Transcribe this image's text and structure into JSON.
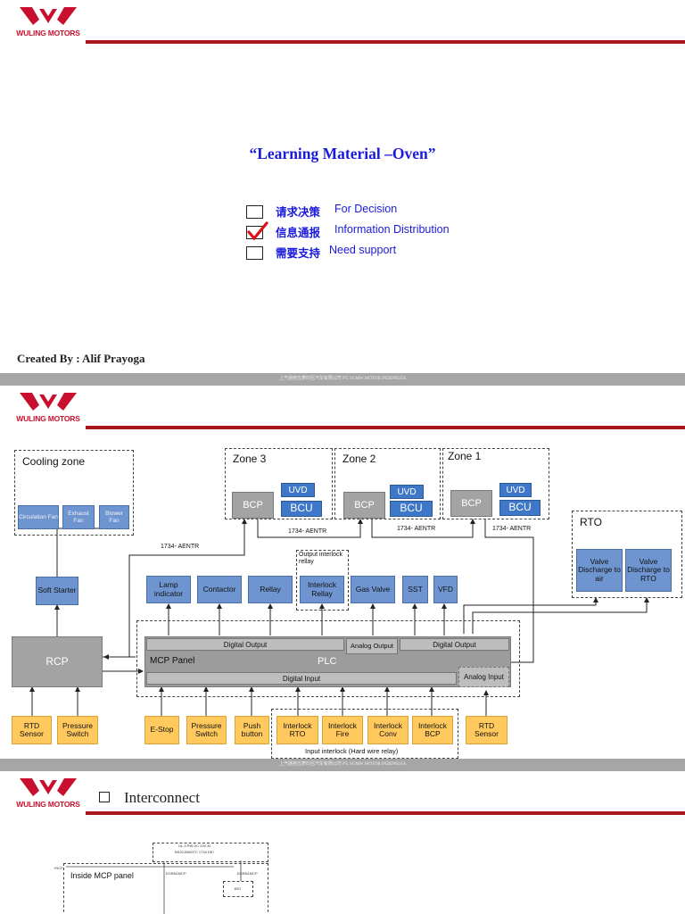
{
  "brand": {
    "logo_text": "WULING MOTORS"
  },
  "footer_text": "上汽通用五菱印尼汽车有限公司  PT. SGMW MOTOR INDONESIA",
  "slide1": {
    "title": "“Learning Material –Oven”",
    "options": [
      {
        "cn": "请求决策",
        "en": "For Decision",
        "checked": false
      },
      {
        "cn": "信息通报",
        "en": "Information Distribution",
        "checked": true
      },
      {
        "cn": "需要支持",
        "en": "Need support",
        "checked": false
      }
    ],
    "created_by": "Created By : Alif Prayoga"
  },
  "slide2": {
    "cooling_zone": {
      "label": "Cooling zone",
      "fans": [
        "Circulation Fan",
        "Exhaust Fan",
        "Blower Fan"
      ]
    },
    "zones": [
      {
        "label": "Zone 3",
        "bcp": "BCP",
        "uvd": "UVD",
        "bcu": "BCU"
      },
      {
        "label": "Zone 2",
        "bcp": "BCP",
        "uvd": "UVD",
        "bcu": "BCU"
      },
      {
        "label": "Zone 1",
        "bcp": "BCP",
        "uvd": "UVD",
        "bcu": "BCU"
      }
    ],
    "rto": {
      "label": "RTO",
      "valves": [
        "Valve Discharge to air",
        "Valve Discharge to RTO"
      ]
    },
    "network_labels": [
      "1734- AENTR",
      "1734- AENTR",
      "1734- AENTR",
      "1734- AENTR"
    ],
    "soft_starter": "Soft Starter",
    "outputs": [
      "Lamp indicator",
      "Contactor",
      "Rellay",
      "Interlock Rellay",
      "Gas Valve",
      "SST",
      "VFD"
    ],
    "output_interlock_label": "Output interlock rellay",
    "rcp": "RCP",
    "mcp_panel": "MCP Panel",
    "plc": "PLC",
    "digital_output_left": "Digital Output",
    "analog_output": "Analog Output",
    "digital_output_right": "Digital Output",
    "digital_input": "Digital Input",
    "analog_input": "Analog Input",
    "rcp_inputs": [
      "RTD Sensor",
      "Pressure Switch"
    ],
    "mcp_inputs": [
      "E-Stop",
      "Pressure Switch",
      "Push button"
    ],
    "interlocks": [
      "Interlock RTO",
      "Interlock Fire",
      "Interlock Conv",
      "Interlock BCP"
    ],
    "input_interlock_label": "Input interlock  (Hard wire relay)",
    "rtd_right": "RTD Sensor"
  },
  "slide3": {
    "heading": "Interconnect",
    "inside_label": "Inside MCP panel",
    "tiny_labels": [
      "UL-3 PW DC 24V AI",
      "BS20-B000TC 1734 DEI",
      "+RCP",
      "EGRN1MCP",
      "EGRN1MCP",
      "1BO"
    ]
  },
  "colors": {
    "brand_red": "#a8161b",
    "title_blue": "#1a1adb",
    "box_blue": "#6f95d1",
    "plc_gray": "#9c9c9c",
    "input_yellow": "#ffc95e"
  }
}
